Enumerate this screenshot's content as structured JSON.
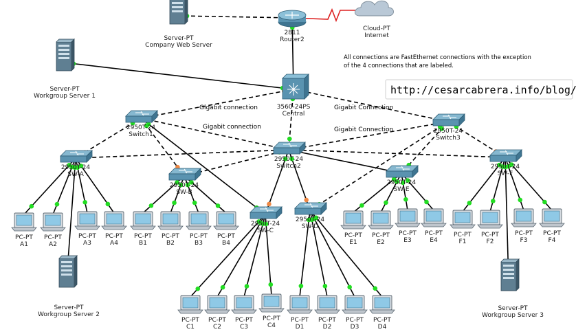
{
  "note": {
    "line1": "All connections are FastEthernet connections with the exception",
    "line2": "of the 4 connections that are labeled."
  },
  "watermark": "http://cesarcabrera.info/blog/",
  "connection_labels": [
    "Gigabit connection",
    "Gigabit Connection",
    "Gigabit connection",
    "Gigabit Connection"
  ],
  "devices": {
    "router2": {
      "type": "router",
      "model": "2811",
      "name": "Router2"
    },
    "cloud": {
      "type": "cloud",
      "model": "Cloud-PT",
      "name": "Internet"
    },
    "web_server": {
      "type": "server",
      "model": "Server-PT",
      "name": "Company Web Server"
    },
    "server1": {
      "type": "server",
      "model": "Server-PT",
      "name": "Workgroup Server 1"
    },
    "central": {
      "type": "multilayer-switch",
      "model": "3560-24PS",
      "name": "Central"
    },
    "switch1": {
      "type": "switch",
      "model": "2950T-24",
      "name": "Switch1"
    },
    "switch2": {
      "type": "switch",
      "model": "2950T-24",
      "name": "Switch2"
    },
    "switch3": {
      "type": "switch",
      "model": "2950T-24",
      "name": "Switch3"
    },
    "swa": {
      "type": "switch",
      "model": "2950T-24",
      "name": "SW-A"
    },
    "swb": {
      "type": "switch",
      "model": "2950T-24",
      "name": "SW-B"
    },
    "swc": {
      "type": "switch",
      "model": "2950T-24",
      "name": "SW-C"
    },
    "swd": {
      "type": "switch",
      "model": "2950T-24",
      "name": "SW-D"
    },
    "swe": {
      "type": "switch",
      "model": "2950T-24",
      "name": "SW-E"
    },
    "swf": {
      "type": "switch",
      "model": "2950T-24",
      "name": "SW-F"
    },
    "server2": {
      "type": "server",
      "model": "Server-PT",
      "name": "Workgroup Server 2"
    },
    "server3": {
      "type": "server",
      "model": "Server-PT",
      "name": "Workgroup Server 3"
    },
    "a1": {
      "type": "pc",
      "model": "PC-PT",
      "name": "A1"
    },
    "a2": {
      "type": "pc",
      "model": "PC-PT",
      "name": "A2"
    },
    "a3": {
      "type": "pc",
      "model": "PC-PT",
      "name": "A3"
    },
    "a4": {
      "type": "pc",
      "model": "PC-PT",
      "name": "A4"
    },
    "b1": {
      "type": "pc",
      "model": "PC-PT",
      "name": "B1"
    },
    "b2": {
      "type": "pc",
      "model": "PC-PT",
      "name": "B2"
    },
    "b3": {
      "type": "pc",
      "model": "PC-PT",
      "name": "B3"
    },
    "b4": {
      "type": "pc",
      "model": "PC-PT",
      "name": "B4"
    },
    "c1": {
      "type": "pc",
      "model": "PC-PT",
      "name": "C1"
    },
    "c2": {
      "type": "pc",
      "model": "PC-PT",
      "name": "C2"
    },
    "c3": {
      "type": "pc",
      "model": "PC-PT",
      "name": "C3"
    },
    "c4": {
      "type": "pc",
      "model": "PC-PT",
      "name": "C4"
    },
    "d1": {
      "type": "pc",
      "model": "PC-PT",
      "name": "D1"
    },
    "d2": {
      "type": "pc",
      "model": "PC-PT",
      "name": "D2"
    },
    "d3": {
      "type": "pc",
      "model": "PC-PT",
      "name": "D3"
    },
    "d4": {
      "type": "pc",
      "model": "PC-PT",
      "name": "D4"
    },
    "e1": {
      "type": "pc",
      "model": "PC-PT",
      "name": "E1"
    },
    "e2": {
      "type": "pc",
      "model": "PC-PT",
      "name": "E2"
    },
    "e3": {
      "type": "pc",
      "model": "PC-PT",
      "name": "E3"
    },
    "e4": {
      "type": "pc",
      "model": "PC-PT",
      "name": "E4"
    },
    "f1": {
      "type": "pc",
      "model": "PC-PT",
      "name": "F1"
    },
    "f2": {
      "type": "pc",
      "model": "PC-PT",
      "name": "F2"
    },
    "f3": {
      "type": "pc",
      "model": "PC-PT",
      "name": "F3"
    },
    "f4": {
      "type": "pc",
      "model": "PC-PT",
      "name": "F4"
    }
  },
  "links": [
    {
      "from": "web_server",
      "to": "router2",
      "style": "dashed"
    },
    {
      "from": "router2",
      "to": "cloud",
      "style": "serial"
    },
    {
      "from": "router2",
      "to": "central",
      "style": "solid"
    },
    {
      "from": "server1",
      "to": "central",
      "style": "solid"
    },
    {
      "from": "central",
      "to": "switch1",
      "style": "dashed"
    },
    {
      "from": "central",
      "to": "switch2",
      "style": "dashed"
    },
    {
      "from": "central",
      "to": "switch3",
      "style": "dashed"
    },
    {
      "from": "switch1",
      "to": "switch2",
      "style": "dashed"
    },
    {
      "from": "switch2",
      "to": "switch3",
      "style": "dashed"
    },
    {
      "from": "switch1",
      "to": "swa",
      "style": "dashed"
    },
    {
      "from": "switch1",
      "to": "swb",
      "style": "dashed"
    },
    {
      "from": "switch1",
      "to": "swc",
      "style": "solid"
    },
    {
      "from": "switch2",
      "to": "swa",
      "style": "dashed"
    },
    {
      "from": "switch2",
      "to": "swb",
      "style": "dashed"
    },
    {
      "from": "switch2",
      "to": "swc",
      "style": "solid"
    },
    {
      "from": "switch2",
      "to": "swd",
      "style": "solid"
    },
    {
      "from": "switch2",
      "to": "swe",
      "style": "solid"
    },
    {
      "from": "switch2",
      "to": "swf",
      "style": "dashed"
    },
    {
      "from": "switch3",
      "to": "swd",
      "style": "dashed"
    },
    {
      "from": "switch3",
      "to": "swe",
      "style": "dashed"
    },
    {
      "from": "switch3",
      "to": "swf",
      "style": "dashed"
    },
    {
      "from": "swa",
      "to": "a1",
      "style": "solid"
    },
    {
      "from": "swa",
      "to": "a2",
      "style": "solid"
    },
    {
      "from": "swa",
      "to": "a3",
      "style": "solid"
    },
    {
      "from": "swa",
      "to": "a4",
      "style": "solid"
    },
    {
      "from": "swa",
      "to": "server2",
      "style": "solid"
    },
    {
      "from": "swb",
      "to": "b1",
      "style": "solid"
    },
    {
      "from": "swb",
      "to": "b2",
      "style": "solid"
    },
    {
      "from": "swb",
      "to": "b3",
      "style": "solid"
    },
    {
      "from": "swb",
      "to": "b4",
      "style": "solid"
    },
    {
      "from": "swc",
      "to": "c1",
      "style": "solid"
    },
    {
      "from": "swc",
      "to": "c2",
      "style": "solid"
    },
    {
      "from": "swc",
      "to": "c3",
      "style": "solid"
    },
    {
      "from": "swc",
      "to": "c4",
      "style": "solid"
    },
    {
      "from": "swd",
      "to": "d1",
      "style": "solid"
    },
    {
      "from": "swd",
      "to": "d2",
      "style": "solid"
    },
    {
      "from": "swd",
      "to": "d3",
      "style": "solid"
    },
    {
      "from": "swd",
      "to": "d4",
      "style": "solid"
    },
    {
      "from": "swe",
      "to": "e1",
      "style": "solid"
    },
    {
      "from": "swe",
      "to": "e2",
      "style": "solid"
    },
    {
      "from": "swe",
      "to": "e3",
      "style": "solid"
    },
    {
      "from": "swe",
      "to": "e4",
      "style": "solid"
    },
    {
      "from": "swf",
      "to": "f1",
      "style": "solid"
    },
    {
      "from": "swf",
      "to": "f2",
      "style": "solid"
    },
    {
      "from": "swf",
      "to": "f3",
      "style": "solid"
    },
    {
      "from": "swf",
      "to": "f4",
      "style": "solid"
    },
    {
      "from": "swf",
      "to": "server3",
      "style": "solid"
    }
  ],
  "colors": {
    "link_up": "#22dd22",
    "link_pending": "#ee8844",
    "serial_link": "#dd2222",
    "switch_body": "#5a93b0",
    "pc_screen": "#8fc9e6"
  }
}
